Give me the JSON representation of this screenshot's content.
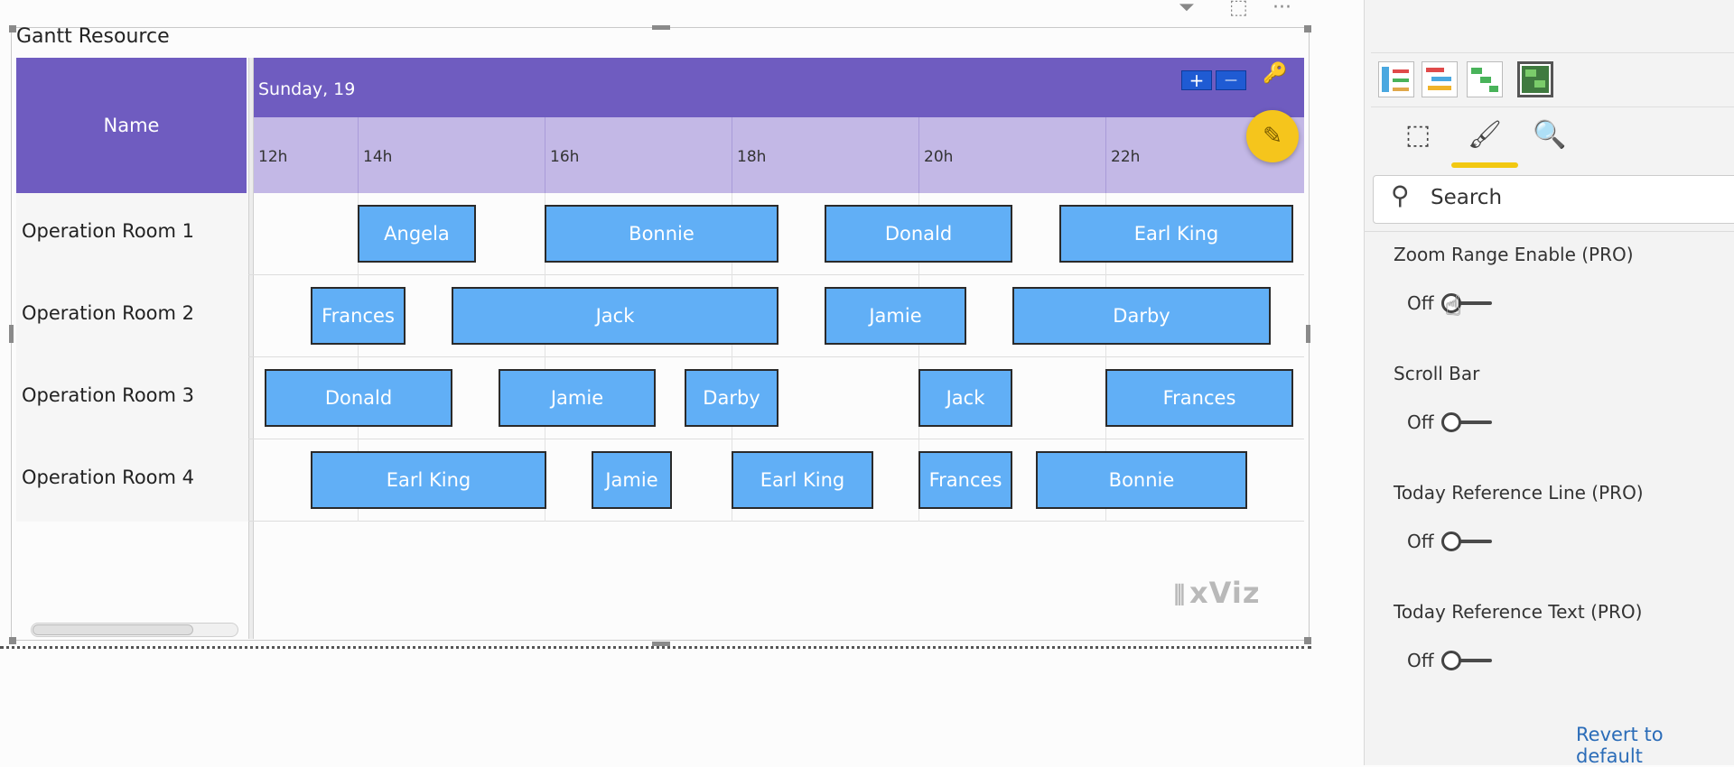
{
  "visual": {
    "title": "Gantt Resource",
    "top_tools": [
      "filter-icon",
      "focus-mode-icon",
      "more-options-icon"
    ],
    "more_label": "···"
  },
  "gantt": {
    "name_header": "Name",
    "date_label": "Sunday, 19",
    "hours": [
      "12h",
      "14h",
      "16h",
      "18h",
      "20h",
      "22h"
    ],
    "zoom_in_label": "+",
    "zoom_out_label": "—",
    "rows": [
      {
        "name": "Operation Room 1",
        "tasks": [
          "Angela",
          "Bonnie",
          "Donald",
          "Earl King"
        ]
      },
      {
        "name": "Operation Room 2",
        "tasks": [
          "Frances",
          "Jack",
          "Jamie",
          "Darby"
        ]
      },
      {
        "name": "Operation Room 3",
        "tasks": [
          "Donald",
          "Jamie",
          "Darby",
          "Jack",
          "Frances"
        ]
      },
      {
        "name": "Operation Room 4",
        "tasks": [
          "Earl King",
          "Jamie",
          "Earl King",
          "Frances",
          "Bonnie"
        ]
      }
    ],
    "task_color": "#61aff6",
    "header_color": "#6f5cc0",
    "logo_text": "xViz"
  },
  "pane": {
    "search_placeholder": "Search",
    "settings": [
      {
        "label": "Zoom Range Enable (PRO)",
        "state": "Off"
      },
      {
        "label": "Scroll Bar",
        "state": "Off"
      },
      {
        "label": "Today Reference Line (PRO)",
        "state": "Off"
      },
      {
        "label": "Today Reference Text (PRO)",
        "state": "Off"
      }
    ],
    "revert_label": "Revert to default",
    "accent_color": "#f2c811"
  }
}
